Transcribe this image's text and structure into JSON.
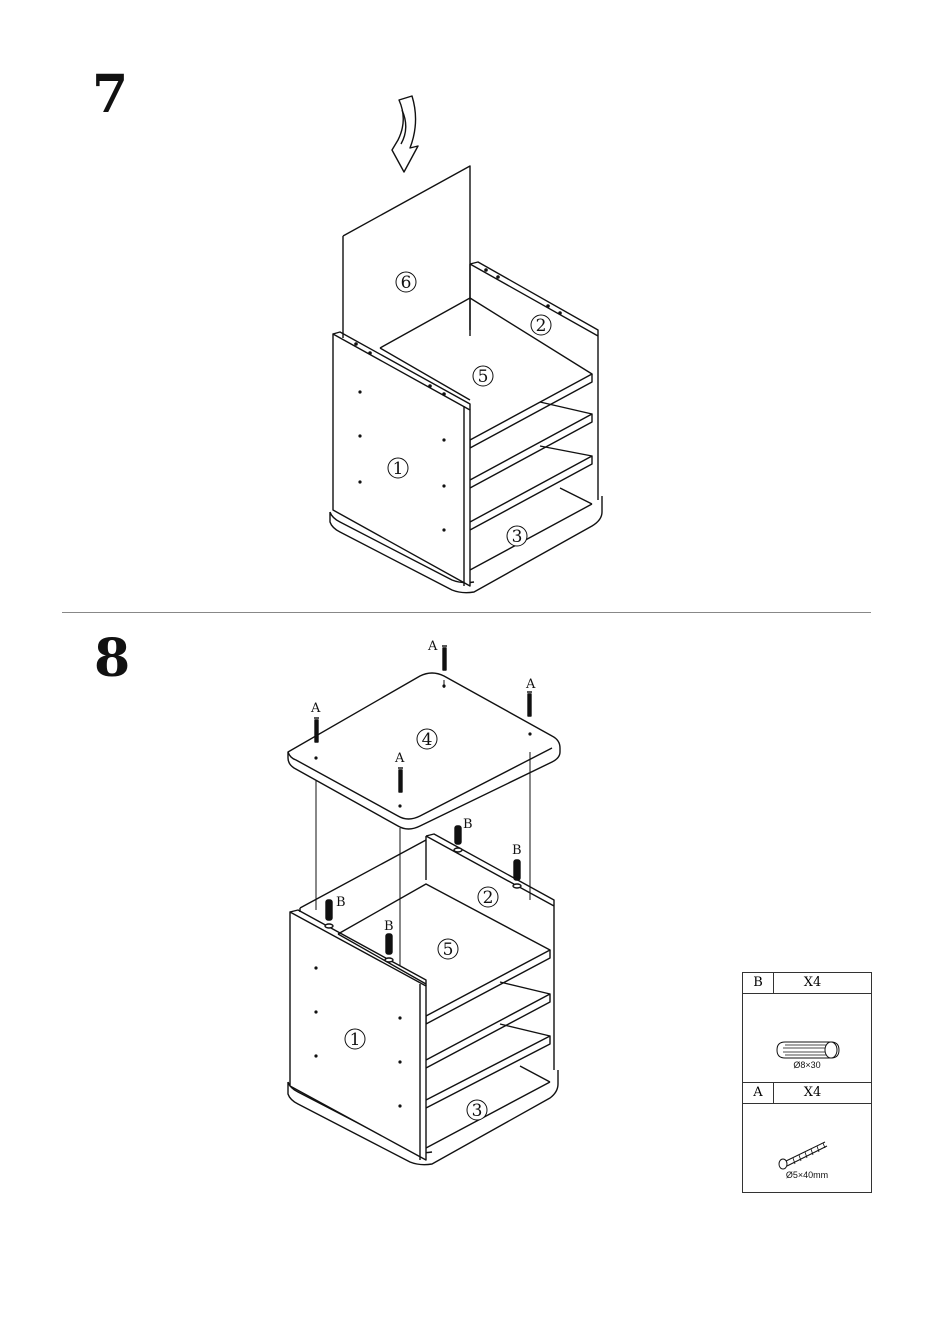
{
  "steps": [
    {
      "number": "7",
      "parts": [
        "6",
        "2",
        "5",
        "1",
        "3"
      ]
    },
    {
      "number": "8",
      "parts": [
        "4",
        "2",
        "5",
        "1",
        "3"
      ],
      "fastener_labels": {
        "screw": "A",
        "dowel": "B"
      }
    }
  ],
  "hardware": [
    {
      "letter": "B",
      "qty": "X4",
      "size": "Ø8×30",
      "icon": "dowel-icon"
    },
    {
      "letter": "A",
      "qty": "X4",
      "size": "Ø5×40mm",
      "icon": "screw-icon"
    }
  ]
}
